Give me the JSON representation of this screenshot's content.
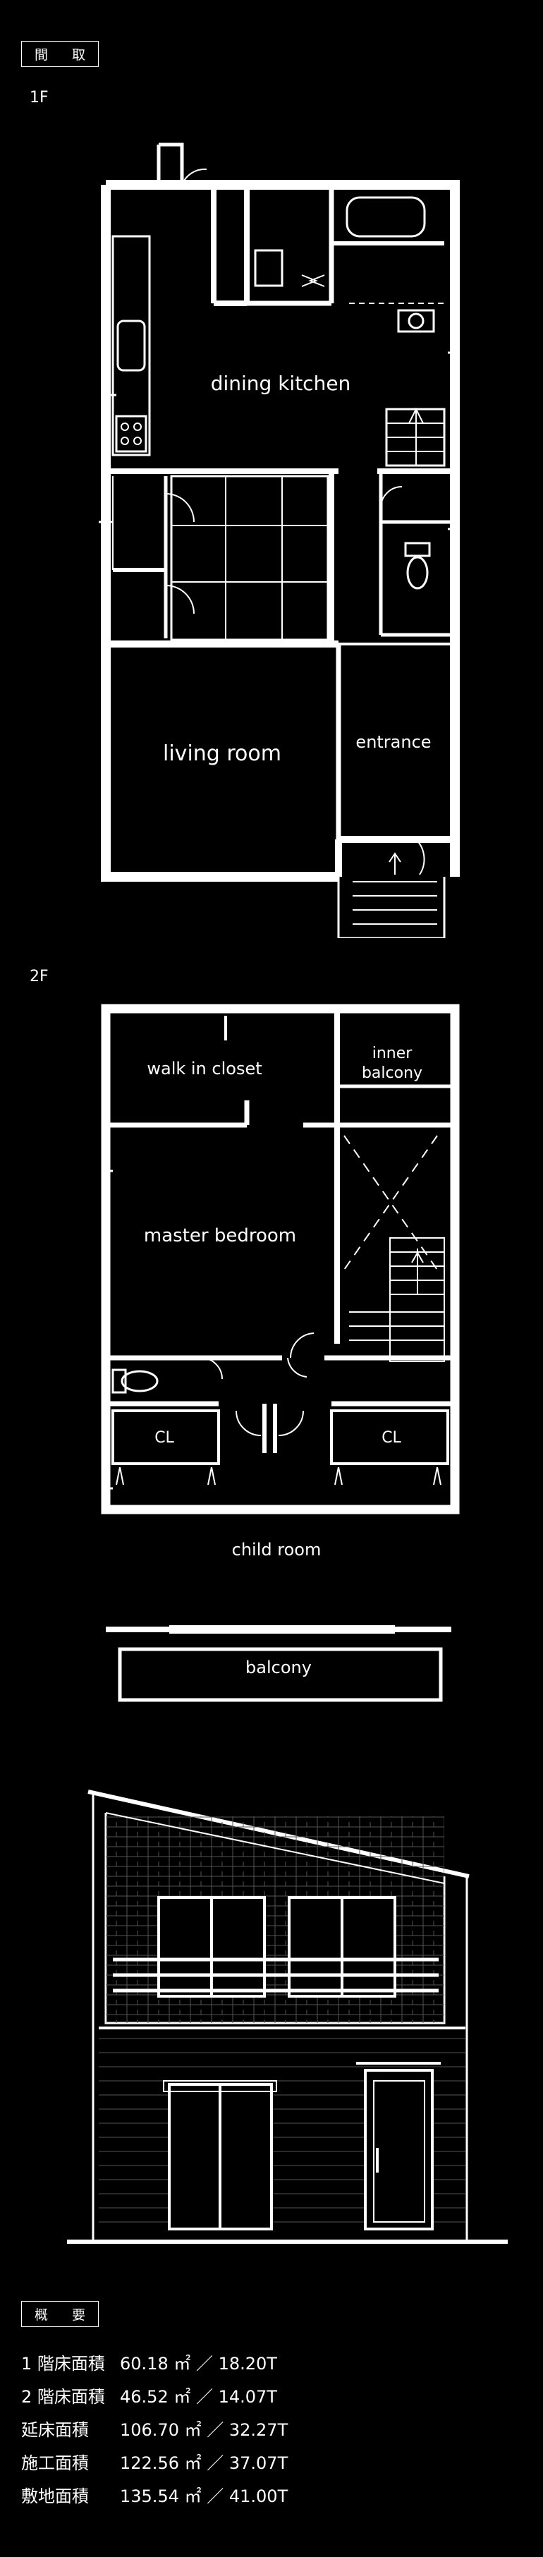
{
  "sections": {
    "madori": "間 取",
    "gaiyou": "概 要"
  },
  "floors": {
    "first": "1F",
    "second": "2F"
  },
  "rooms_1f": {
    "dining_kitchen": "dining kitchen",
    "living_room": "living room",
    "entrance": "entrance"
  },
  "rooms_2f": {
    "walk_in_closet": "walk in closet",
    "inner_balcony_1": "inner",
    "inner_balcony_2": "balcony",
    "master_bedroom": "master bedroom",
    "cl_left": "CL",
    "cl_right": "CL",
    "child_room": "child room",
    "balcony": "balcony"
  },
  "summary": [
    {
      "label": "1 階床面積",
      "value": "60.18 ㎡ ／ 18.20T"
    },
    {
      "label": "2 階床面積",
      "value": "46.52 ㎡ ／ 14.07T"
    },
    {
      "label": "延床面積",
      "value": "106.70 ㎡ ／ 32.27T"
    },
    {
      "label": "施工面積",
      "value": "122.56 ㎡ ／ 37.07T"
    },
    {
      "label": "敷地面積",
      "value": "135.54 ㎡ ／ 41.00T"
    }
  ],
  "colors": {
    "background": "#000000",
    "line": "#ffffff",
    "facade_line": "#555555"
  }
}
